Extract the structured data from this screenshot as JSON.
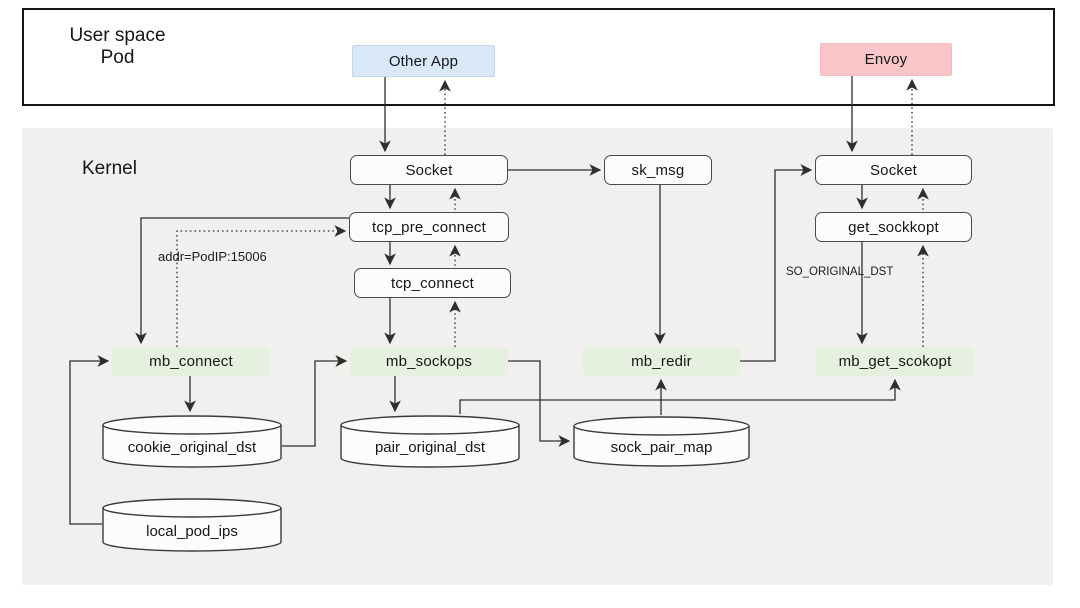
{
  "regions": {
    "user_space": {
      "line1": "User space",
      "line2": "Pod"
    },
    "kernel": {
      "title": "Kernel"
    }
  },
  "nodes": {
    "other_app": {
      "label": "Other App",
      "fill": "#d9e8f6"
    },
    "envoy": {
      "label": "Envoy",
      "fill": "#f8c6c8"
    },
    "socket_left": {
      "label": "Socket"
    },
    "sk_msg": {
      "label": "sk_msg"
    },
    "socket_right": {
      "label": "Socket"
    },
    "tcp_pre_connect": {
      "label": "tcp_pre_connect"
    },
    "tcp_connect": {
      "label": "tcp_connect"
    },
    "get_sockkopt": {
      "label": "get_sockkopt"
    },
    "mb_connect": {
      "label": "mb_connect",
      "fill": "#e5f1de"
    },
    "mb_sockops": {
      "label": "mb_sockops",
      "fill": "#e5f1de"
    },
    "mb_redir": {
      "label": "mb_redir",
      "fill": "#e5f1de"
    },
    "mb_get_scokopt": {
      "label": "mb_get_scokopt",
      "fill": "#e5f1de"
    }
  },
  "stores": {
    "cookie_original_dst": {
      "label": "cookie_original_dst"
    },
    "pair_original_dst": {
      "label": "pair_original_dst"
    },
    "sock_pair_map": {
      "label": "sock_pair_map"
    },
    "local_pod_ips": {
      "label": "local_pod_ips"
    }
  },
  "edge_labels": {
    "addr": "addr=PodIP:15006",
    "so_original_dst": "SO_ORIGINAL_DST"
  },
  "edges": [
    {
      "from": "other_app",
      "to": "socket_left",
      "style": "solid"
    },
    {
      "from": "socket_left",
      "to": "other_app",
      "style": "dotted"
    },
    {
      "from": "socket_left",
      "to": "sk_msg",
      "style": "solid"
    },
    {
      "from": "socket_left",
      "to": "tcp_pre_connect",
      "style": "solid"
    },
    {
      "from": "tcp_pre_connect",
      "to": "socket_left",
      "style": "dotted"
    },
    {
      "from": "tcp_pre_connect",
      "to": "tcp_connect",
      "style": "solid"
    },
    {
      "from": "tcp_connect",
      "to": "tcp_pre_connect",
      "style": "dotted"
    },
    {
      "from": "tcp_connect",
      "to": "mb_sockops",
      "style": "solid"
    },
    {
      "from": "mb_sockops",
      "to": "tcp_connect",
      "style": "dotted"
    },
    {
      "from": "tcp_pre_connect",
      "to": "mb_connect",
      "style": "solid"
    },
    {
      "from": "mb_connect",
      "to": "tcp_pre_connect",
      "style": "dotted",
      "label": "addr=PodIP:15006"
    },
    {
      "from": "mb_connect",
      "to": "cookie_original_dst",
      "style": "solid"
    },
    {
      "from": "local_pod_ips",
      "to": "mb_connect",
      "style": "solid"
    },
    {
      "from": "cookie_original_dst",
      "to": "mb_sockops",
      "style": "solid"
    },
    {
      "from": "mb_sockops",
      "to": "pair_original_dst",
      "style": "solid"
    },
    {
      "from": "mb_sockops",
      "to": "sock_pair_map",
      "style": "solid"
    },
    {
      "from": "pair_original_dst",
      "to": "mb_get_scokopt",
      "style": "solid"
    },
    {
      "from": "sk_msg",
      "to": "mb_redir",
      "style": "solid"
    },
    {
      "from": "sock_pair_map",
      "to": "mb_redir",
      "style": "solid"
    },
    {
      "from": "mb_redir",
      "to": "socket_right",
      "style": "solid"
    },
    {
      "from": "envoy",
      "to": "socket_right",
      "style": "solid"
    },
    {
      "from": "socket_right",
      "to": "envoy",
      "style": "dotted"
    },
    {
      "from": "socket_right",
      "to": "get_sockkopt",
      "style": "solid"
    },
    {
      "from": "get_sockkopt",
      "to": "socket_right",
      "style": "dotted"
    },
    {
      "from": "get_sockkopt",
      "to": "mb_get_scokopt",
      "style": "solid",
      "label": "SO_ORIGINAL_DST"
    },
    {
      "from": "mb_get_scokopt",
      "to": "get_sockkopt",
      "style": "dotted"
    }
  ],
  "colors": {
    "kernel_bg": "#f1f0ef",
    "app_blue": "#d9e8f6",
    "envoy_pink": "#f8c6c8",
    "ebpf_green": "#e5f1de",
    "line": "#2f2f2f"
  }
}
